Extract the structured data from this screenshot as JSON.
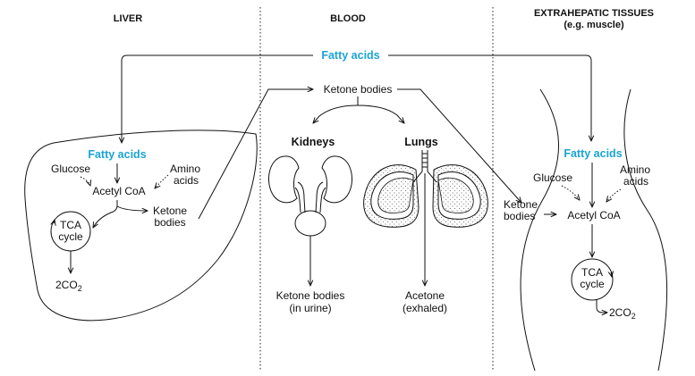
{
  "colors": {
    "fatty_acids": "#1aa3d4",
    "ketone": "#e0148c",
    "text": "#111111"
  },
  "headers": {
    "liver": "LIVER",
    "blood": "BLOOD",
    "extra_line1": "EXTRAHEPATIC TISSUES",
    "extra_line2": "(e.g. muscle)"
  },
  "blood": {
    "fatty_acids": "Fatty acids",
    "ketone_bodies": "Ketone bodies",
    "kidneys": "Kidneys",
    "lungs": "Lungs",
    "urine_line1": "Ketone bodies",
    "urine_line2": "(in urine)",
    "acetone_line1": "Acetone",
    "acetone_line2": "(exhaled)"
  },
  "liver": {
    "fatty_acids": "Fatty acids",
    "glucose": "Glucose",
    "amino_line1": "Amino",
    "amino_line2": "acids",
    "acetyl_coa": "Acetyl CoA",
    "ketone_line1": "Ketone",
    "ketone_line2": "bodies",
    "tca_line1": "TCA",
    "tca_line2": "cycle",
    "co2_prefix": "2CO",
    "co2_sub": "2"
  },
  "extra": {
    "fatty_acids": "Fatty acids",
    "glucose": "Glucose",
    "amino_line1": "Amino",
    "amino_line2": "acids",
    "ketone_line1": "Ketone",
    "ketone_line2": "bodies",
    "acetyl_coa": "Acetyl CoA",
    "tca_line1": "TCA",
    "tca_line2": "cycle",
    "co2_prefix": "2CO",
    "co2_sub": "2"
  }
}
